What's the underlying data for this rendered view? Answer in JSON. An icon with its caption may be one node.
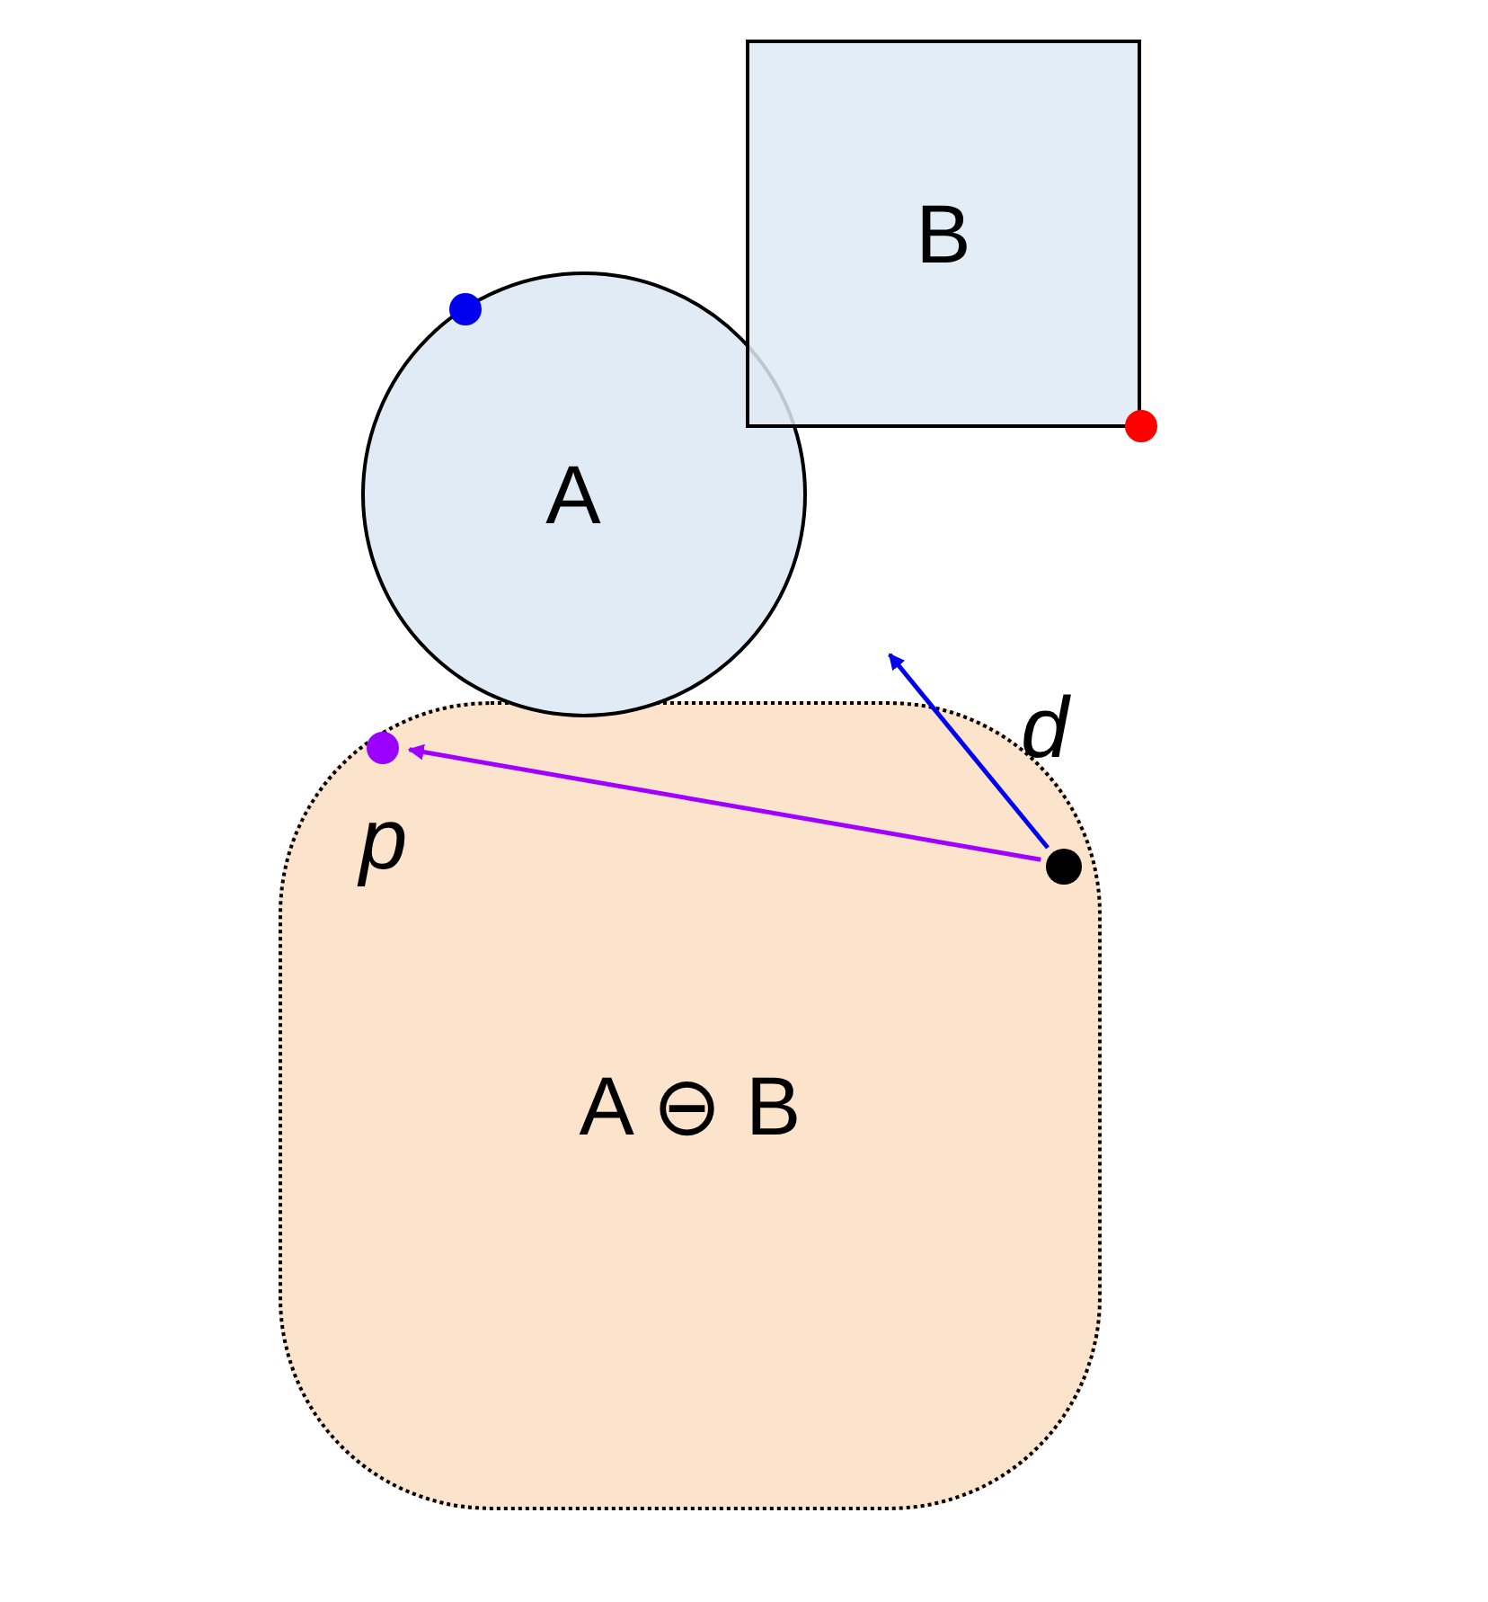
{
  "diagram": {
    "nodes": [
      {
        "text": [
          "B"
        ]
      },
      {
        "text": [],
        "shape": "circle",
        "in": 2
      },
      {
        "text": [
          "A"
        ]
      },
      {
        "text": [],
        "shape": "circle"
      },
      {
        "text": [
          "A ⊖ B"
        ]
      },
      {
        "text": [],
        "shape": "circle",
        "beside": [
          "p"
        ],
        "in": 4
      },
      {
        "text": [],
        "shape": "circle",
        "in": 4
      }
    ],
    "edges": [
      {
        "from": 6,
        "to": 5,
        "arrow": "to",
        "color": "#a000ff"
      },
      {
        "from": 6,
        "to": null,
        "arrow": "to",
        "label": "d",
        "color": "#0000ee"
      }
    ]
  }
}
